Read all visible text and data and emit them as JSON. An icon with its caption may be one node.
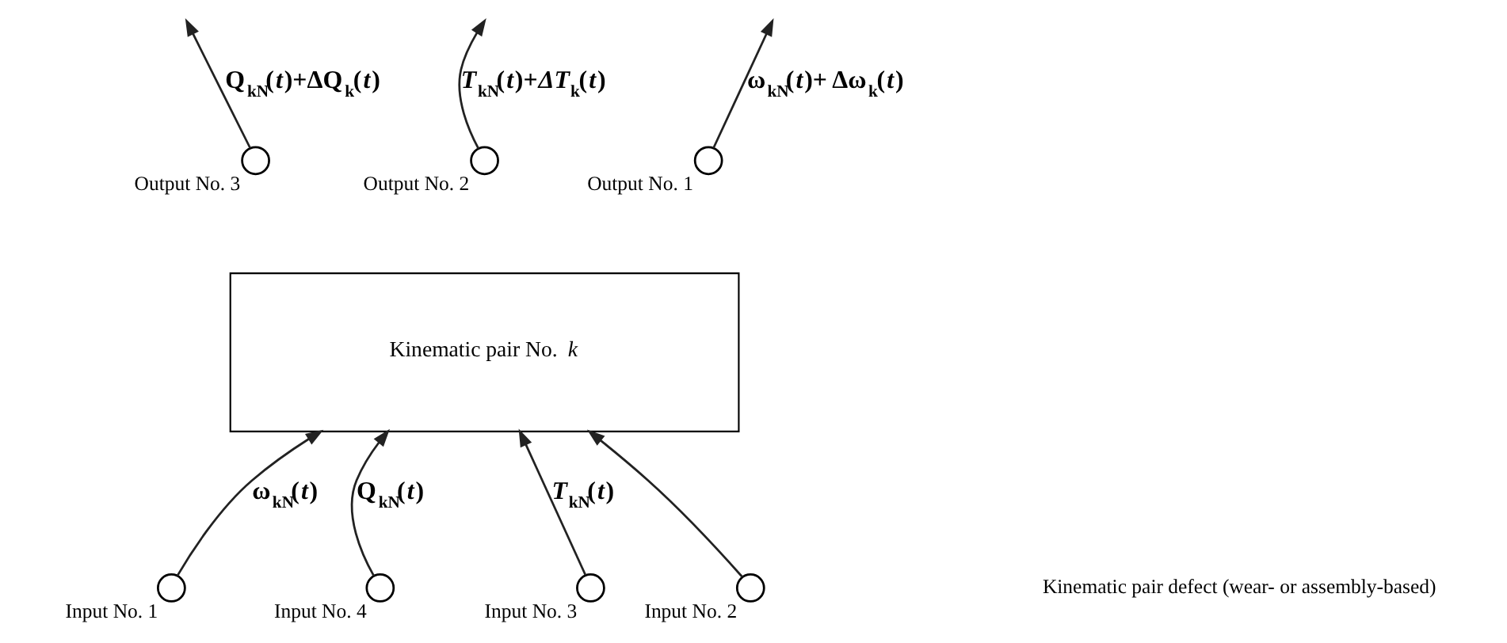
{
  "diagram": {
    "nodes": [
      {
        "text": [
          "Kinematic pair No. *k*"
        ]
      },
      {
        "text": [],
        "shape": "circle",
        "beside": [
          "Input No. 1"
        ]
      },
      {
        "text": [],
        "shape": "circle",
        "beside": [
          "Output No. 3"
        ]
      },
      {
        "text": [],
        "shape": "circle",
        "beside": [
          "Output No. 2"
        ]
      },
      {
        "text": [],
        "shape": "circle",
        "beside": [
          "Output No. 1"
        ]
      },
      {
        "text": [],
        "shape": "circle",
        "beside": [
          "Input No. 4"
        ]
      },
      {
        "text": [],
        "shape": "circle",
        "beside": [
          "Input No. 3"
        ]
      },
      {
        "text": [],
        "shape": "circle",
        "beside": [
          "Input No. 2"
        ]
      }
    ],
    "edges": [
      {
        "from": 1,
        "to": 0,
        "arrow": "to",
        "label": "ω$_{kN}$(*t*)"
      },
      {
        "from": 2,
        "to": null,
        "arrow": "to",
        "label": "Q$_{kN}$(*t*)+ΔQ$_{k}$(*t*)"
      },
      {
        "from": 3,
        "to": null,
        "arrow": "to",
        "label": "*T*$_{kN}$(*t*)+*ΔT*$_{k}$(*t*)"
      },
      {
        "from": 4,
        "to": null,
        "arrow": "to",
        "label": "ω$_{kN}$(*t*)+ Δω$_{k}$(*t*)"
      },
      {
        "from": 5,
        "to": 0,
        "arrow": "to",
        "label": "Q$_{kN}$(*t*)"
      },
      {
        "from": 6,
        "to": 0,
        "arrow": "to",
        "label": "*T*$_{kN}$(*t*)"
      },
      {
        "from": 7,
        "to": 0,
        "arrow": "to"
      }
    ],
    "labels": [
      "Kinematic pair defect (wear- or assembly-based)"
    ]
  }
}
